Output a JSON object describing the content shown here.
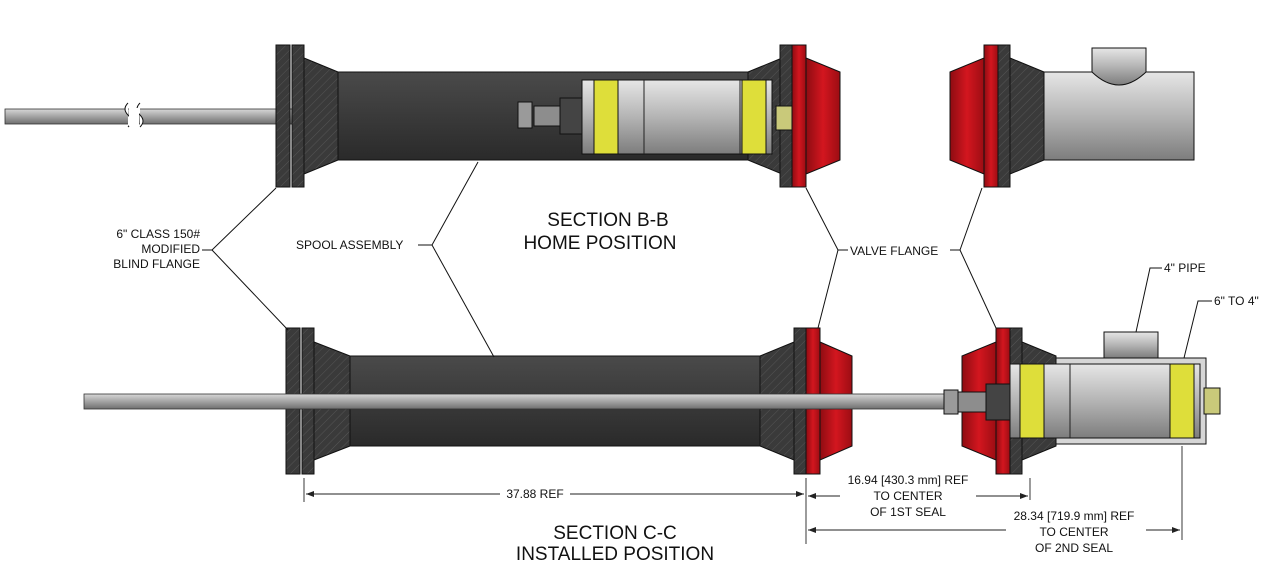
{
  "sections": {
    "top": {
      "line1": "SECTION B-B",
      "line2": "HOME POSITION"
    },
    "bottom": {
      "line1": "SECTION C-C",
      "line2": "INSTALLED POSITION"
    }
  },
  "callouts": {
    "blind_flange": [
      "6\" CLASS 150#",
      "MODIFIED",
      "BLIND FLANGE"
    ],
    "spool_assembly": "SPOOL ASSEMBLY",
    "valve_flange": "VALVE FLANGE",
    "pipe_4in": "4\" PIPE",
    "reducer": "6\" TO 4\""
  },
  "dimensions": {
    "overall": "37.88 REF",
    "first_seal": [
      "16.94 [430.3 mm] REF",
      "TO CENTER",
      "OF 1ST SEAL"
    ],
    "second_seal": [
      "28.34 [719.9 mm] REF",
      "TO CENTER",
      "OF 2ND SEAL"
    ]
  },
  "colors": {
    "flange_red": "#c0141c",
    "flange_dark": "#2e2e2e",
    "spool_dark": "#3a3a3a",
    "seal_yellow": "#e0e040",
    "steel_gray": "#b9b9b9"
  }
}
